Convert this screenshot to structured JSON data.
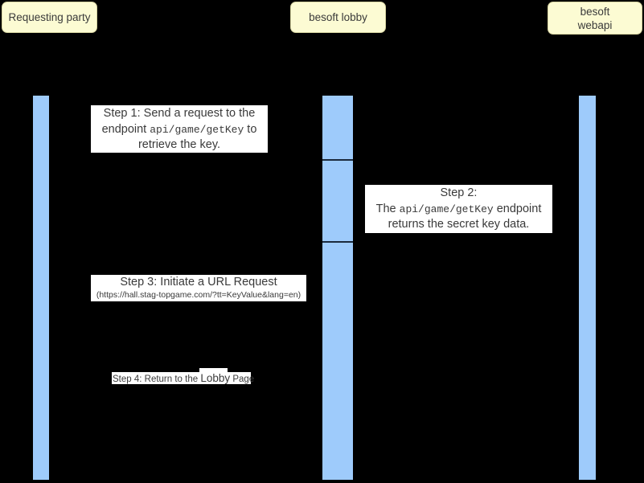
{
  "diagram": {
    "type": "sequence-diagram",
    "background_color": "#000000",
    "participant_fill": "#fcfbd3",
    "activation_fill": "#9ecbfb",
    "note_fill": "#ffffff",
    "text_color": "#3a3a3a"
  },
  "participants": [
    {
      "id": "requesting-party",
      "label": "Requesting party"
    },
    {
      "id": "besoft-lobby",
      "label": "besoft lobby"
    },
    {
      "id": "besoft-webapi",
      "label": "besoft\nwebapi"
    }
  ],
  "messages": [
    {
      "id": "step-1",
      "from": "requesting-party",
      "to": "besoft-lobby",
      "line1": "Step 1: Send a request to the",
      "line2_pre": "endpoint ",
      "line2_code": "api/game/getKey",
      "line2_post": " to",
      "line3": "retrieve the key."
    },
    {
      "id": "step-2",
      "from": "besoft-lobby",
      "to": "besoft-webapi",
      "line1": "Step 2:",
      "line2_pre": "The ",
      "line2_code": "api/game/getKey",
      "line2_post": " endpoint",
      "line3": "returns the secret key data."
    },
    {
      "id": "step-3",
      "from": "requesting-party",
      "to": "besoft-lobby",
      "line1": "Step 3: Initiate a URL Request",
      "line2": "(https://hall.stag-topgame.com/?tt=KeyValue&lang=en)"
    },
    {
      "id": "step-4",
      "from": "besoft-lobby",
      "to": "requesting-party",
      "line1_a": "Step 4: Return to the ",
      "line1_b": "Lobby",
      "line1_c": " Page"
    }
  ]
}
